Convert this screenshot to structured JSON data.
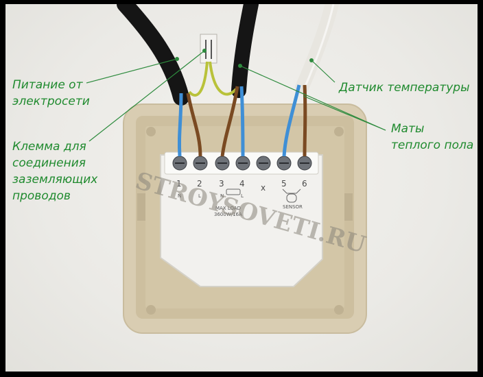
{
  "callouts": {
    "power_line1": "Питание от",
    "power_line2": "электросети",
    "ground_line1": "Клемма для",
    "ground_line2": "соединения",
    "ground_line3": "заземляющих",
    "ground_line4": "проводов",
    "sensor": "Датчик температуры",
    "mats_line1": "Маты",
    "mats_line2": "теплого пола"
  },
  "terminal_block": {
    "numbers": [
      "1",
      "2",
      "3",
      "4",
      "x",
      "5",
      "6"
    ],
    "sub_labels": [
      "N",
      "L",
      "N",
      "L"
    ],
    "max_load_line1": "MAX LOAD",
    "max_load_line2": "3600W/16A",
    "sensor_label": "SENSOR"
  },
  "watermark": {
    "line1": "STROY",
    "line2": "SOVETI.RU"
  },
  "colors": {
    "callout_text": "#1f8a2e",
    "leader_line": "#2e8b3e",
    "cable_black": "#151515",
    "cable_white": "#e8e6e0",
    "wire_blue": "#3f8fd6",
    "wire_brown": "#7a4a22",
    "wire_ground": "#b9c23a",
    "frame": "#d9cdb2",
    "relay_body": "#f2f1ee"
  }
}
